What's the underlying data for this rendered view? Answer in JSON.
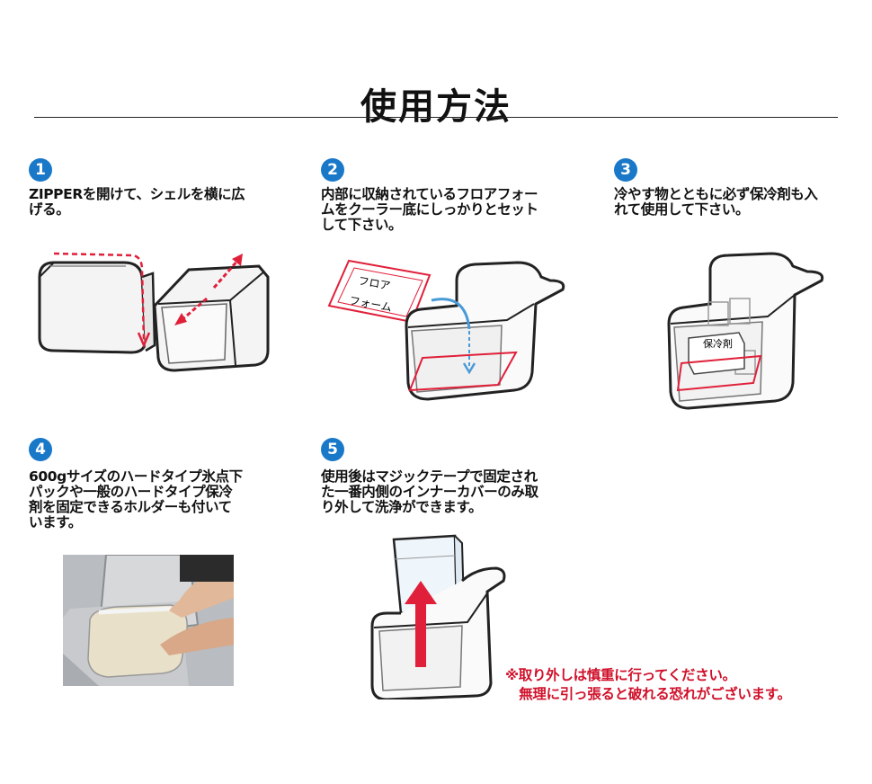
{
  "title": "使用方法",
  "steps": [
    {
      "number": "1",
      "text": "ZIPPERを開けて、シェルを横に広\nげる。"
    },
    {
      "number": "2",
      "text": "内部に収納されているフロアフォー\nムをクーラー底にしっかりとセット\nして下さい。"
    },
    {
      "number": "3",
      "text": "冷やす物とともに必ず保冷剤も入\nれて使用して下さい。"
    },
    {
      "number": "4",
      "text": "600gサイズのハードタイプ氷点下\nパックや一般のハードタイプ保冷\n剤を固定できるホルダーも付いて\nいます。"
    },
    {
      "number": "5",
      "text": "使用後はマジックテープで固定され\nた一番内側のインナーカバーのみ取\nり外して洗浄ができます。"
    }
  ],
  "labels": {
    "floor_foam_line1": "フロア",
    "floor_foam_line2": "フォーム",
    "ice_pack": "保冷剤"
  },
  "note": "※取り外しは慎重に行ってください。\n　無理に引っ張ると破れる恐れがございます。",
  "colors": {
    "badge": "#1a78c8",
    "accent_red": "#e0203a",
    "note_red": "#d0102a",
    "arrow_blue": "#4a9ad8"
  }
}
